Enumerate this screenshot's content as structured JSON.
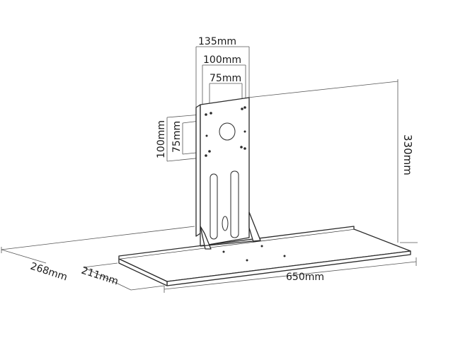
{
  "dimensions": {
    "vesa_width_max": "135mm",
    "vesa_width_mid": "100mm",
    "vesa_width_min": "75mm",
    "vesa_height_max": "100mm",
    "vesa_height_min": "75mm",
    "total_height": "330mm",
    "tray_width": "650mm",
    "total_depth": "268mm",
    "tray_depth": "211mm"
  },
  "colors": {
    "line": "#2a2a2a",
    "dimension_line": "#555555",
    "background": "#ffffff"
  }
}
